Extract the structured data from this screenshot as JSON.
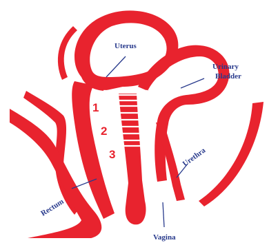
{
  "colors": {
    "anatomy": "#e8232e",
    "label_text": "#283a8c",
    "leader_line": "#283a8c",
    "numbers": "#e8232e",
    "background": "#ffffff"
  },
  "labels": {
    "uterus": "Uterus",
    "urinary_line1": "Urinary",
    "urinary_line2": "Bladder",
    "urethra": "Urethra",
    "rectum": "Rectum",
    "vagina": "Vagina"
  },
  "numbers": [
    "1",
    "2",
    "3"
  ]
}
